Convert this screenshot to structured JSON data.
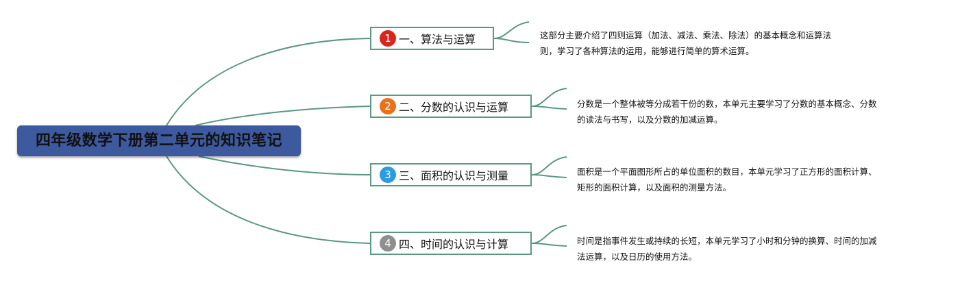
{
  "root": {
    "title": "四年级数学下册第二单元的知识笔记"
  },
  "colors": {
    "root_fill": "#3d5a9e",
    "connector": "#5a9880",
    "badge_red": "#d9261c",
    "badge_orange": "#e8711c",
    "badge_blue": "#2d9be0",
    "badge_gray": "#8f8f8f"
  },
  "branches": [
    {
      "number": "1",
      "label": "一、算法与运算",
      "badge_color": "#d9261c",
      "note_lines": [
        "这部分主要介绍了四则运算（加法、减法、乘法、除法）的基本概念和运算法",
        "则，学习了各种算法的运用，能够进行简单的算术运算。"
      ]
    },
    {
      "number": "2",
      "label": "二、分数的认识与运算",
      "badge_color": "#e8711c",
      "note_lines": [
        "分数是一个整体被等分成若干份的数，本单元主要学习了分数的基本概念、分数",
        "的读法与书写，以及分数的加减运算。"
      ]
    },
    {
      "number": "3",
      "label": "三、面积的认识与测量",
      "badge_color": "#2d9be0",
      "note_lines": [
        "面积是一个平面图形所占的单位面积的数目，本单元学习了正方形的面积计算、",
        "矩形的面积计算，以及面积的测量方法。"
      ]
    },
    {
      "number": "4",
      "label": "四、时间的认识与计算",
      "badge_color": "#8f8f8f",
      "note_lines": [
        "时间是指事件发生或持续的长短，本单元学习了小时和分钟的换算、时间的加减",
        "法运算，以及日历的使用方法。"
      ]
    }
  ]
}
